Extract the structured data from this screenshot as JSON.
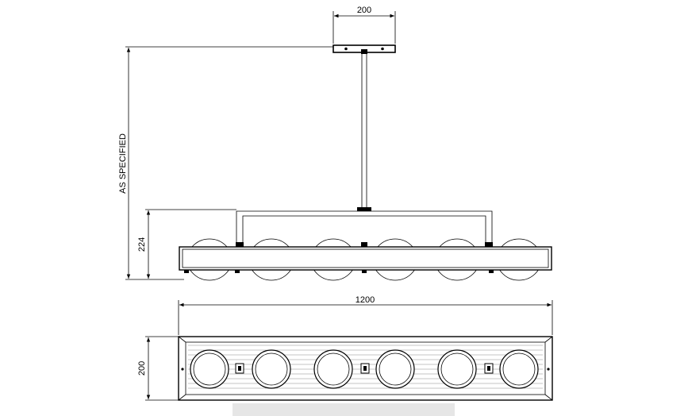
{
  "dimensions": {
    "canopy_width": "200",
    "drop_height": "AS SPECIFIED",
    "fixture_height": "224",
    "fixture_length": "1200",
    "plan_depth": "200"
  },
  "fixture": {
    "lamp_count": 6
  }
}
